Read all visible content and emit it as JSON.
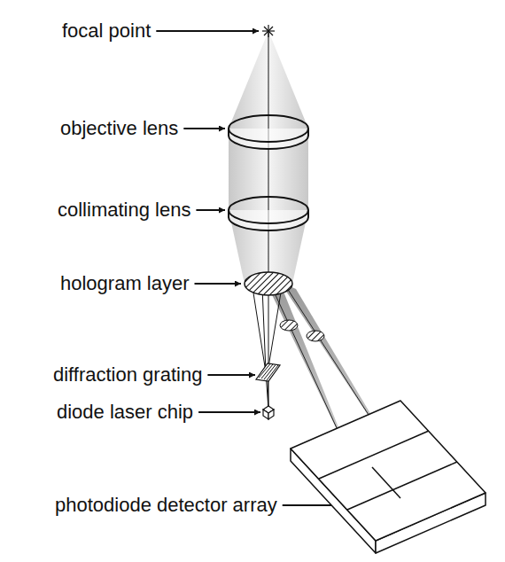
{
  "diagram": {
    "labels": [
      "focal point",
      "objective lens",
      "collimating lens",
      "hologram layer",
      "diffraction grating",
      "diode laser chip",
      "photodiode detector array"
    ]
  }
}
